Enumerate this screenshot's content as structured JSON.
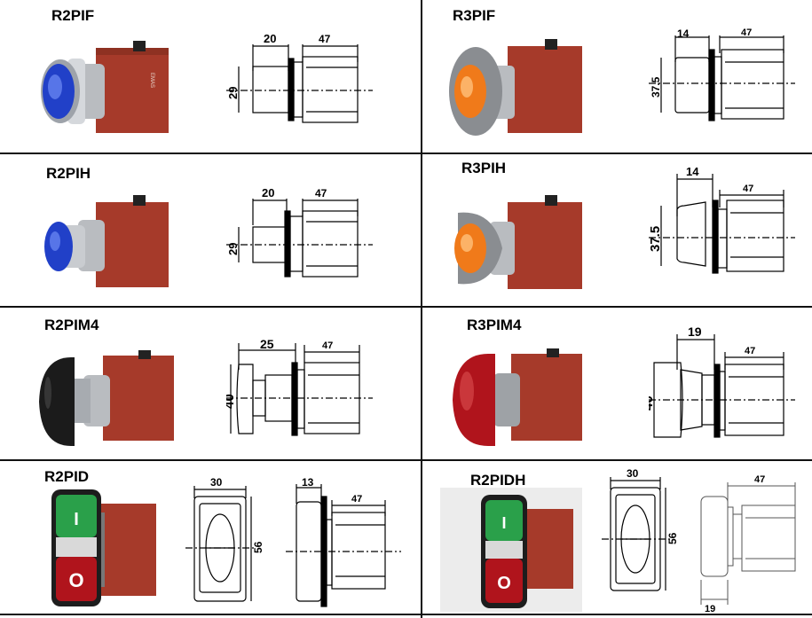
{
  "products": [
    {
      "code": "R2PIF",
      "cap_color": "blue",
      "dims": {
        "cap_len": "20",
        "body_len": "47",
        "diameter": "29"
      }
    },
    {
      "code": "R3PIF",
      "cap_color": "orange",
      "dims": {
        "cap_len": "14",
        "body_len": "47",
        "diameter": "37.5"
      }
    },
    {
      "code": "R2PIH",
      "cap_color": "blue",
      "dims": {
        "cap_len": "20",
        "body_len": "47",
        "diameter": "29"
      }
    },
    {
      "code": "R3PIH",
      "cap_color": "orange",
      "dims": {
        "cap_len": "14",
        "body_len": "47",
        "diameter": "37.5"
      }
    },
    {
      "code": "R2PIM4",
      "cap_color": "black",
      "dims": {
        "cap_len": "25",
        "body_len": "47",
        "diameter": "40"
      }
    },
    {
      "code": "R3PIM4",
      "cap_color": "red",
      "dims": {
        "cap_len": "19",
        "body_len": "47",
        "diameter": "40"
      }
    },
    {
      "code": "R2PID",
      "cap_color": "green-red",
      "dims": {
        "front_w": "30",
        "front_h": "56",
        "cap_len": "13",
        "body_len": "47"
      },
      "front_symbols": {
        "top": "I",
        "bottom": "O"
      }
    },
    {
      "code": "R2PIDH",
      "cap_color": "green-red",
      "dims": {
        "front_w": "30",
        "front_h": "56",
        "cap_len": "19",
        "body_len": "47"
      },
      "front_symbols": {
        "top": "I",
        "bottom": "O"
      }
    }
  ],
  "colors": {
    "block": "#a63a2a",
    "block_dark": "#7e2a1e",
    "blue": "#2140c8",
    "orange": "#f07a1a",
    "red": "#b0141c",
    "green": "#2aa04a",
    "black": "#1b1b1b",
    "grid": "#111111"
  }
}
